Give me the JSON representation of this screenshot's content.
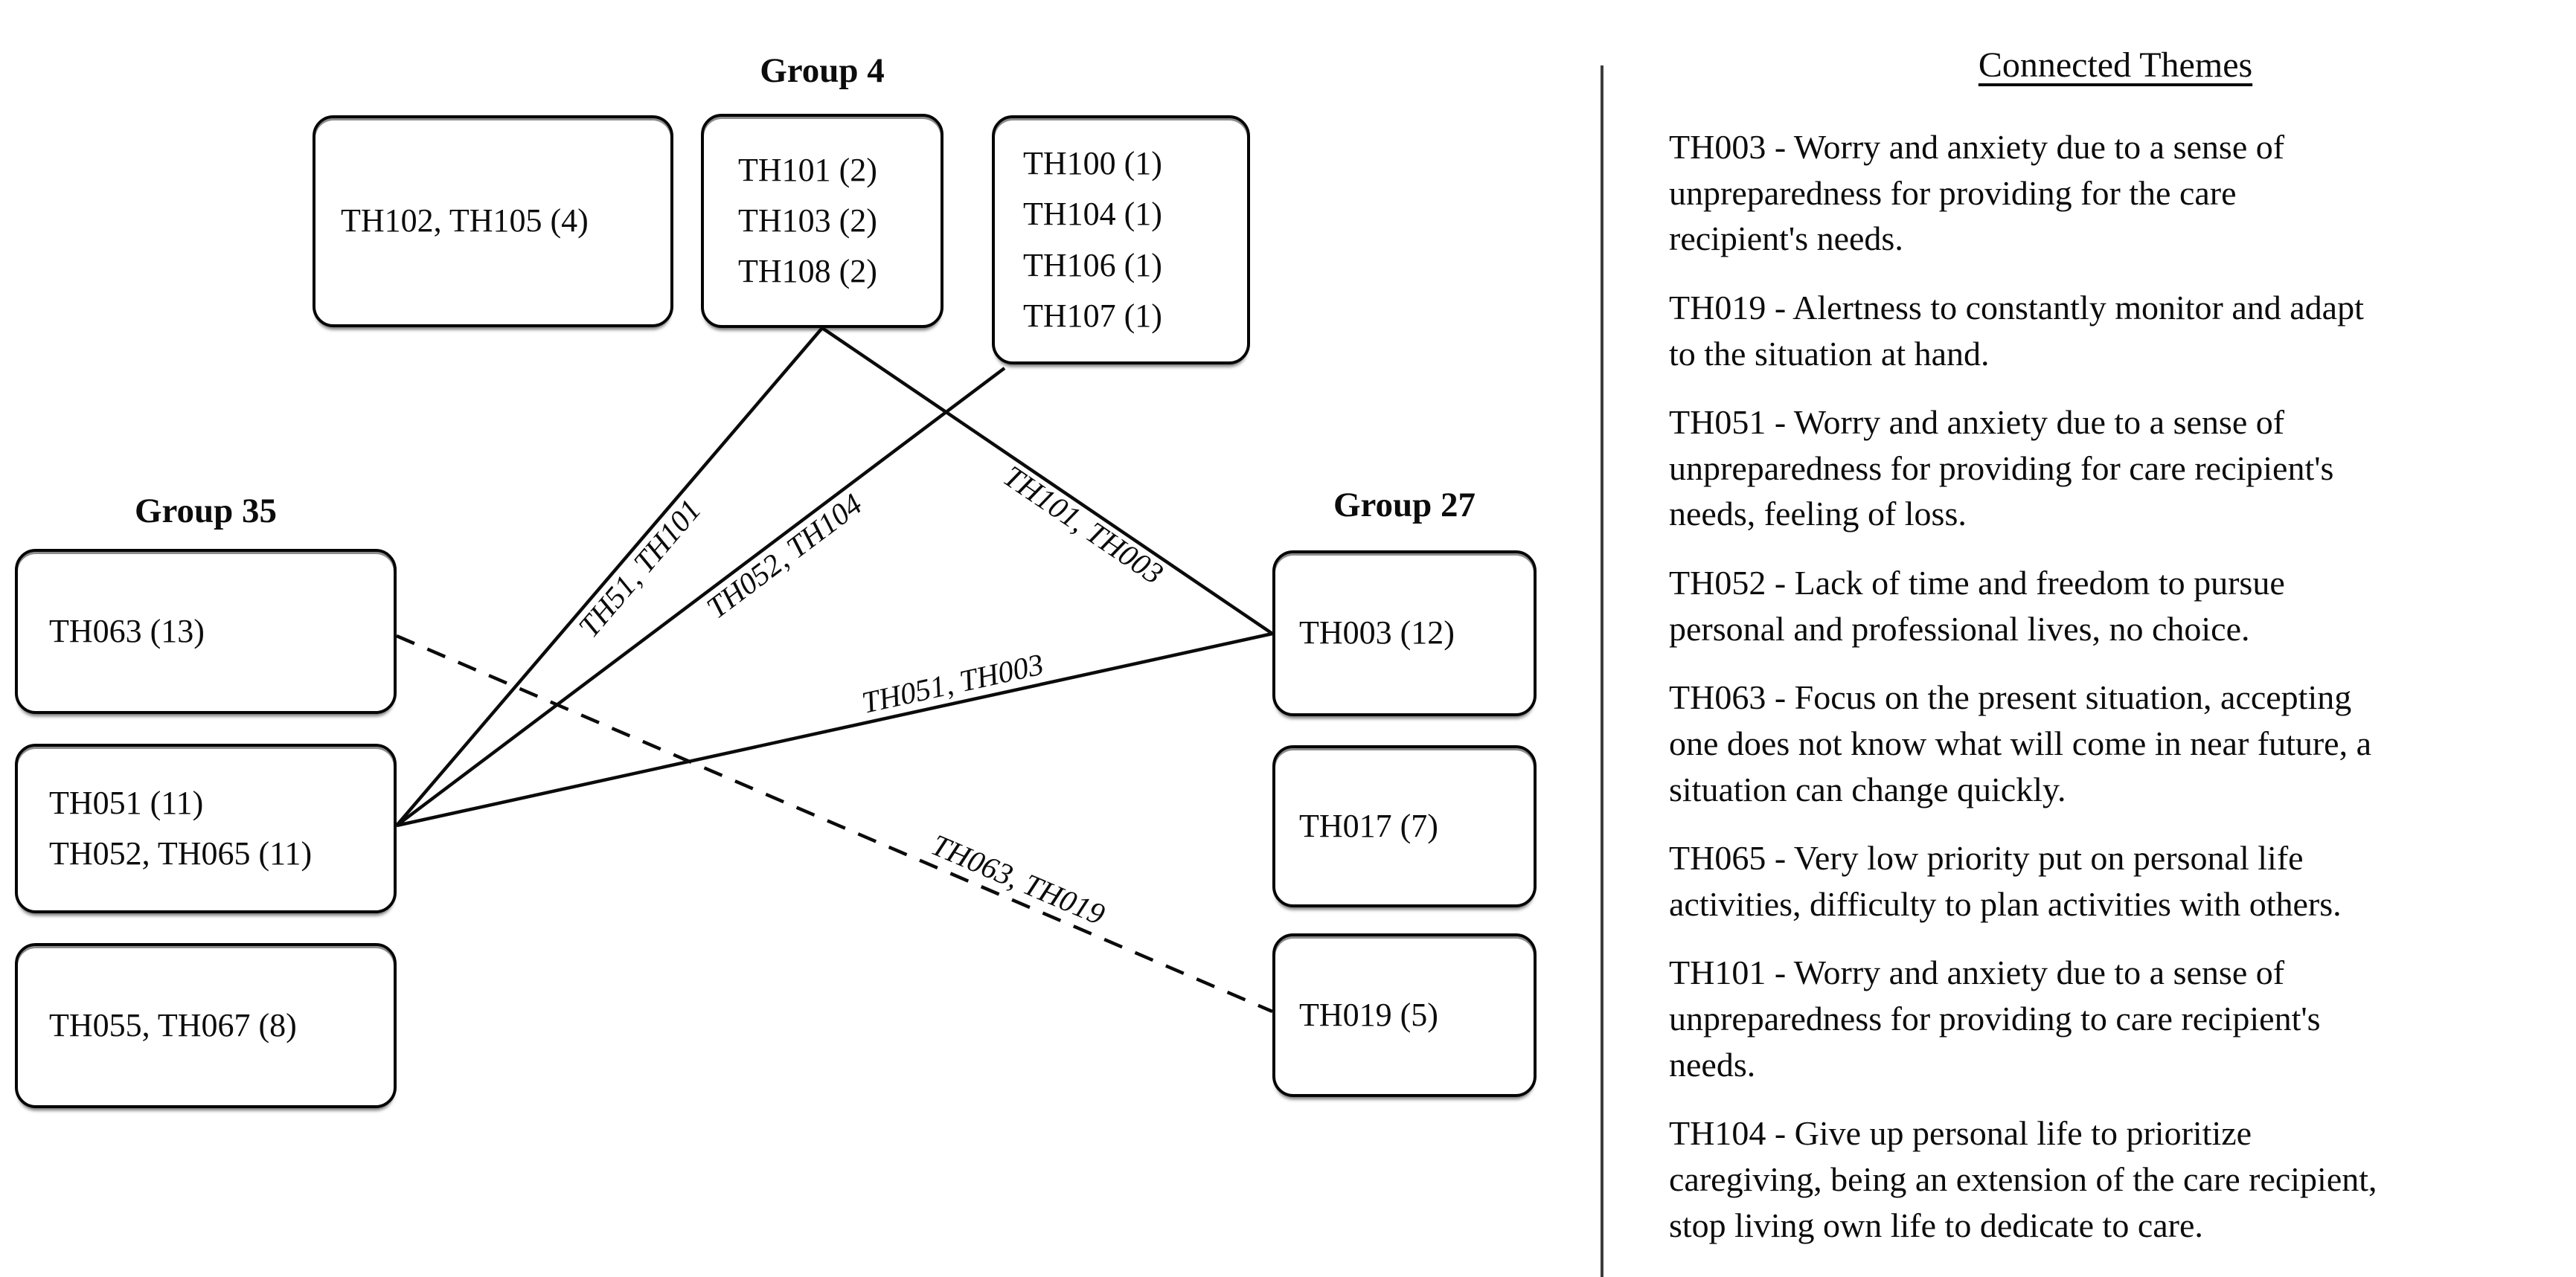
{
  "diagram": {
    "groups": [
      {
        "title": "Group 4",
        "boxes": [
          {
            "lines": [
              "TH102, TH105 (4)"
            ]
          },
          {
            "lines": [
              "TH101 (2)",
              "TH103 (2)",
              "TH108 (2)"
            ]
          },
          {
            "lines": [
              "TH100 (1)",
              "TH104 (1)",
              "TH106 (1)",
              "TH107 (1)"
            ]
          }
        ]
      },
      {
        "title": "Group 35",
        "boxes": [
          {
            "lines": [
              "TH063 (13)"
            ]
          },
          {
            "lines": [
              "TH051 (11)",
              "TH052, TH065 (11)"
            ]
          },
          {
            "lines": [
              "TH055, TH067 (8)"
            ]
          }
        ]
      },
      {
        "title": "Group 27",
        "boxes": [
          {
            "lines": [
              "TH003 (12)"
            ]
          },
          {
            "lines": [
              "TH017 (7)"
            ]
          },
          {
            "lines": [
              "TH019 (5)"
            ]
          }
        ]
      }
    ],
    "edges": [
      {
        "label": "TH51, TH101",
        "style": "solid"
      },
      {
        "label": "TH052, TH104",
        "style": "solid"
      },
      {
        "label": "TH101, TH003",
        "style": "solid"
      },
      {
        "label": "TH051, TH003",
        "style": "solid"
      },
      {
        "label": "TH063, TH019",
        "style": "dashed"
      }
    ]
  },
  "legend": {
    "title": "Connected Themes",
    "paragraphs": [
      "TH003 - Worry and anxiety due to a sense of\nunpreparedness for providing for the care\nrecipient's needs.",
      "TH019 - Alertness to constantly monitor and adapt\nto the situation at hand.",
      "TH051 - Worry and anxiety due to a sense of\nunpreparedness for providing for care recipient's\nneeds, feeling of loss.",
      "TH052 - Lack of time and freedom to pursue\npersonal and professional lives, no choice.",
      "TH063 - Focus on the present situation, accepting\none does not know what will come in near future, a\nsituation can change quickly.",
      "TH065 - Very low priority put on personal life\nactivities, difficulty to plan activities with others.",
      "TH101 - Worry and anxiety due to a sense of\nunpreparedness for providing to care recipient's\nneeds.",
      "TH104 - Give up personal life to prioritize\ncaregiving, being an extension of the care recipient,\nstop living own life to dedicate to care."
    ]
  },
  "colors": {
    "ink": "#0b0b0b",
    "divider": "#3d3d3d",
    "background": "#ffffff"
  }
}
